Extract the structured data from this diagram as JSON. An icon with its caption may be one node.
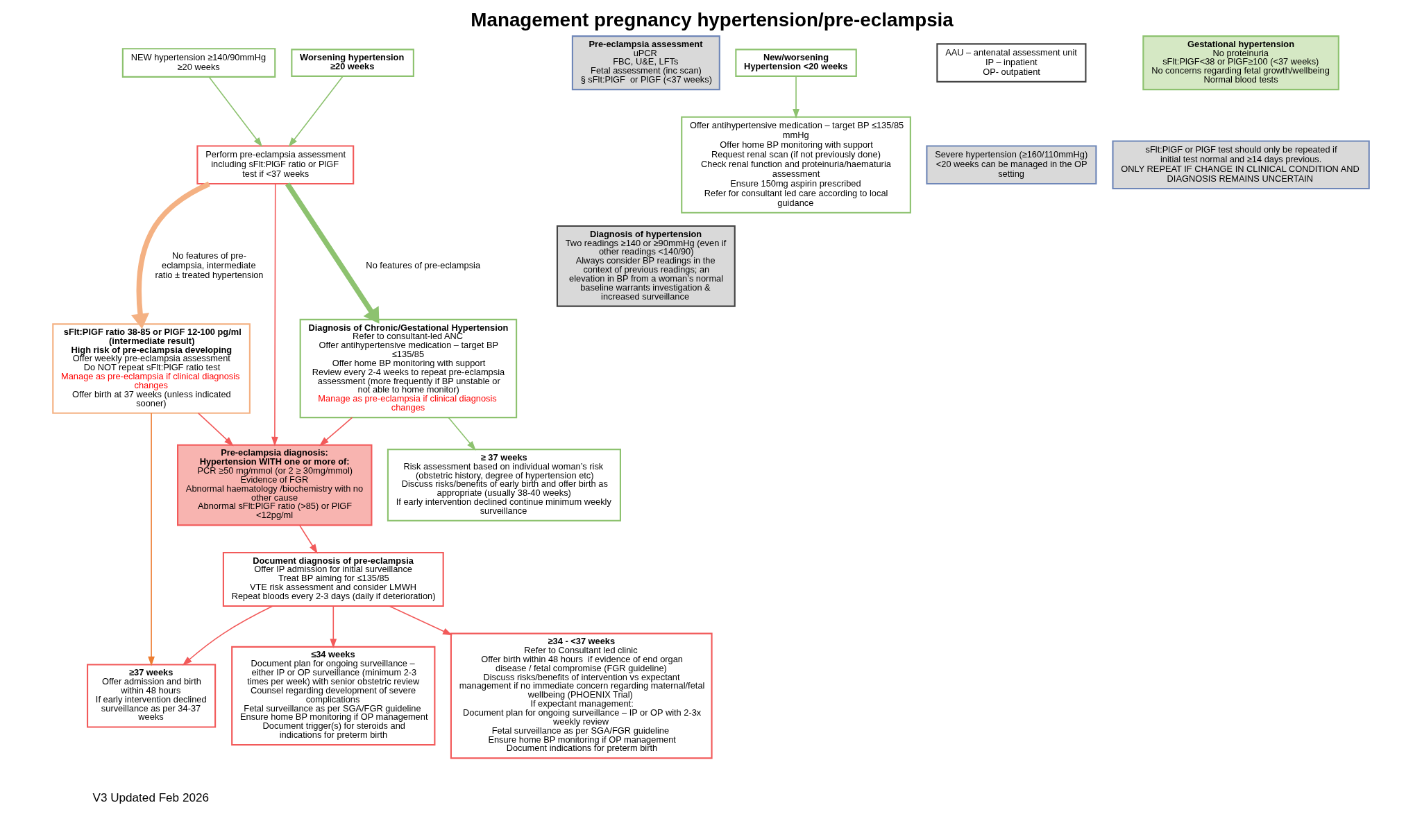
{
  "diagram": {
    "title": "Management pregnancy hypertension/pre-eclampsia",
    "nodes": [
      {
        "text": [
          "Pre-eclampsia assessment",
          "uPCR",
          "FBC, U&E, LFTs",
          "Fetal assessment (inc scan)",
          "§ sFlt:PlGF  or PlGF (<37 weeks)"
        ]
      },
      {
        "text": [
          "NEW hypertension ≥140/90mmHg",
          "≥20 weeks"
        ]
      },
      {
        "text": [
          "Worsening hypertension",
          "≥20 weeks"
        ]
      },
      {
        "text": [
          "New/worsening Hypertension <20 weeks"
        ]
      },
      {
        "text": [
          "AAU – antenatal assessment unit",
          "IP – inpatient",
          "OP- outpatient"
        ]
      },
      {
        "text": [
          "Severe hypertension (≥160/110mmHg) <20 weeks can be managed in the OP setting"
        ]
      },
      {
        "text": [
          "Perform pre-eclampsia assessment",
          "including sFlt:PlGF ratio or PlGF test if <37 weeks"
        ]
      },
      {
        "text": [
          "Diagnosis of hypertension",
          "Two readings ≥140 or ≥90mmHg (even if other readings <140/90)",
          "Always consider BP readings in the context of previous readings; an elevation in BP from a woman’s normal baseline warrants investigation & increased surveillance"
        ]
      },
      {
        "text": [
          "Pre-eclampsia diagnosis:",
          "Hypertension WITH one or more of:",
          "PCR ≥50 mg/mmol (or 2 ≥ 30mg/mmol)",
          "Evidence of FGR",
          "Abnormal haematology /biochemistry with no other cause",
          "Abnormal sFlt:PlGF ratio (>85) or PlGF <12pg/ml"
        ]
      },
      {
        "text": [
          "Diagnosis of Chronic/Gestational Hypertension",
          "Refer to consultant-led ANC",
          "Offer antihypertensive medication – target BP ≤135/85",
          "Offer home BP monitoring with support",
          "Review every 2-4 weeks to repeat pre-eclampsia assessment (more frequently if BP unstable or not able to home monitor)",
          "Manage as pre-eclampsia if clinical diagnosis changes"
        ]
      },
      {
        "text": [
          "Offer antihypertensive medication – target BP ≤135/85 mmHg",
          "Offer home BP monitoring with support",
          "Request renal scan (if not previously done)",
          "Check renal function and proteinuria/haematuria assessment",
          "Ensure 150mg aspirin prescribed",
          "Refer for consultant led care according to local guidance"
        ]
      },
      {
        "text": [
          "sFlt:PlGF ratio 38-85 or PlGF 12-100 pg/ml (intermediate result)",
          "High risk of pre-eclampsia developing",
          "Offer weekly pre-eclampsia assessment",
          "Do NOT repeat sFlt:PlGF ratio test",
          "Manage as pre-eclampsia if clinical diagnosis changes",
          "Offer birth at 37 weeks (unless indicated sooner)"
        ]
      },
      {
        "text": [
          "Gestational hypertension",
          "No proteinuria",
          "sFlt:PlGF<38 or PlGF≥100 (<37 weeks)",
          "No concerns regarding fetal growth/wellbeing",
          "Normal blood tests"
        ]
      },
      {
        "text": [
          "Document diagnosis of pre-eclampsia",
          "Offer IP admission for initial surveillance",
          "Treat BP aiming for ≤135/85",
          "VTE risk assessment and consider LMWH",
          "Repeat bloods every 2-3 days (daily if deterioration)"
        ]
      },
      {
        "text": [
          "≤34 weeks",
          "Document plan for ongoing surveillance – either IP or OP surveillance (minimum 2-3 times per week) with senior obstetric review",
          "Counsel regarding development of severe complications",
          "Fetal surveillance as per SGA/FGR guideline",
          "Ensure home BP monitoring if OP management",
          "Document trigger(s) for steroids and indications for preterm birth"
        ]
      },
      {
        "text": [
          "≥34 - <37 weeks",
          "Refer to Consultant led clinic",
          "Offer birth within 48 hours  if evidence of end organ disease / fetal compromise (FGR guideline)",
          "Discuss risks/benefits of intervention vs expectant management if no immediate concern regarding maternal/fetal wellbeing (PHOENIX Trial)",
          "If expectant management:",
          "Document plan for ongoing surveillance – IP or OP with 2-3x weekly review",
          "Fetal surveillance as per SGA/FGR guideline",
          "Ensure home BP monitoring if OP management",
          "Document indications for preterm birth"
        ]
      },
      {
        "text": [
          "≥37 weeks",
          "Offer admission and birth within 48 hours",
          "If early intervention declined surveillance as per 34-37 weeks"
        ]
      },
      {
        "text": [
          "≥ 37 weeks",
          "Risk assessment based on individual woman’s risk (obstetric history, degree of hypertension etc)",
          "Discuss risks/benefits of early birth and offer birth as appropriate (usually 38-40 weeks)",
          "If early intervention declined continue minimum weekly surveillance"
        ]
      },
      {
        "text": [
          "sFlt:PlGF or PlGF test should only be repeated if initial test normal and ≥14 days previous.",
          "ONLY REPEAT IF CHANGE IN CLINICAL CONDITION AND DIAGNOSIS REMAINS UNCERTAIN"
        ]
      }
    ],
    "edges": [
      {
        "from": 1,
        "to": 6,
        "arrow": "to",
        "color": "#8dc26f"
      },
      {
        "from": 2,
        "to": 6,
        "arrow": "to",
        "color": "#8dc26f"
      },
      {
        "from": 6,
        "to": 8,
        "arrow": "to"
      },
      {
        "from": 6,
        "to": 9,
        "arrow": "to",
        "label": "No features of pre-eclampsia",
        "style": "thick",
        "color": "#8dc26f"
      },
      {
        "from": 6,
        "to": 11,
        "arrow": "to",
        "label": "No features of pre-eclampsia, intermediate ratio ± treated hypertension",
        "style": "thick",
        "color": "#f4b183"
      },
      {
        "from": 3,
        "to": 10,
        "arrow": "to",
        "color": "#8dc26f"
      },
      {
        "from": 9,
        "to": 8,
        "arrow": "to"
      },
      {
        "from": 11,
        "to": 8,
        "arrow": "to"
      },
      {
        "from": 9,
        "to": 17,
        "arrow": "to",
        "color": "#8dc26f"
      },
      {
        "from": 8,
        "to": 13,
        "arrow": "to"
      },
      {
        "from": 13,
        "to": 14,
        "arrow": "to"
      },
      {
        "from": 13,
        "to": 15,
        "arrow": "to"
      },
      {
        "from": 13,
        "to": 16,
        "arrow": "to"
      },
      {
        "from": 11,
        "to": 16,
        "arrow": "to",
        "color": "#ed7d31"
      }
    ],
    "labels": [
      "V3 Updated Feb 2026"
    ]
  }
}
